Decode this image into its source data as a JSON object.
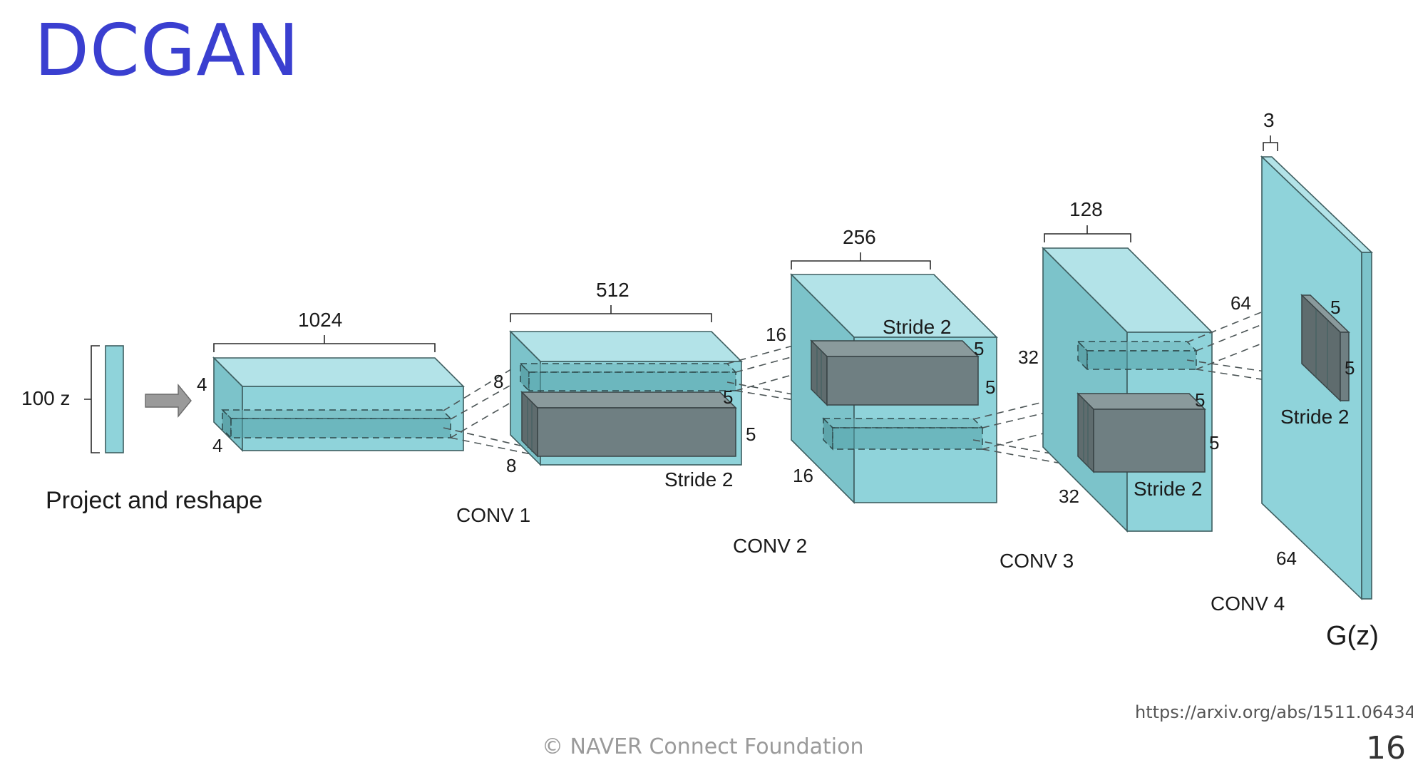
{
  "slide": {
    "title": "DCGAN",
    "source_url": "https://arxiv.org/abs/1511.06434",
    "copyright": "©  NAVER Connect Foundation",
    "page_number": "16"
  },
  "diagram": {
    "input_label": "100 z",
    "project_label": "Project and reshape",
    "output_label": "G(z)",
    "layers": [
      {
        "name": "",
        "depth": "1024",
        "height": "4",
        "width": "4"
      },
      {
        "name": "CONV 1",
        "depth": "512",
        "height": "8",
        "width": "8",
        "kernel_h": "5",
        "kernel_w": "5",
        "stride": "Stride 2"
      },
      {
        "name": "CONV 2",
        "depth": "256",
        "height": "16",
        "width": "16",
        "kernel_h": "5",
        "kernel_w": "5",
        "stride": "Stride 2"
      },
      {
        "name": "CONV 3",
        "depth": "128",
        "height": "32",
        "width": "32",
        "kernel_h": "5",
        "kernel_w": "5",
        "stride": "Stride 2"
      },
      {
        "name": "CONV 4",
        "depth": "3",
        "height": "64",
        "width": "64",
        "kernel_h": "5",
        "kernel_w": "5",
        "stride": "Stride 2"
      }
    ]
  }
}
